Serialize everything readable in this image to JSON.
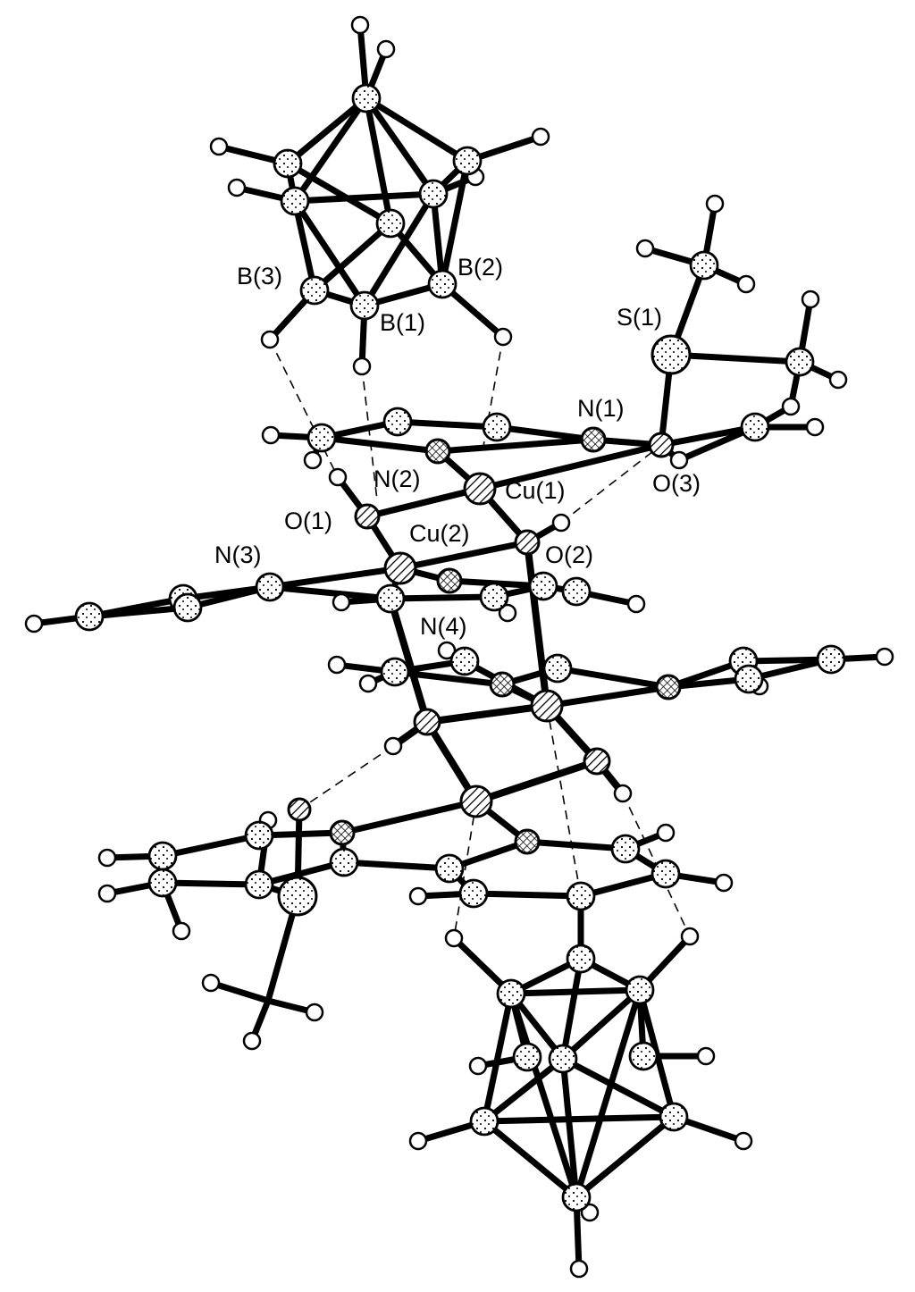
{
  "figure": {
    "labels": {
      "B3": "B(3)",
      "B2": "B(2)",
      "B1": "B(1)",
      "S1": "S(1)",
      "N1": "N(1)",
      "N2": "N(2)",
      "Cu1": "Cu(1)",
      "O3": "O(3)",
      "O1": "O(1)",
      "Cu2": "Cu(2)",
      "N3": "N(3)",
      "O2": "O(2)",
      "N4": "N(4)"
    },
    "colors": {
      "ink": "#000000",
      "paper": "#ffffff"
    }
  }
}
